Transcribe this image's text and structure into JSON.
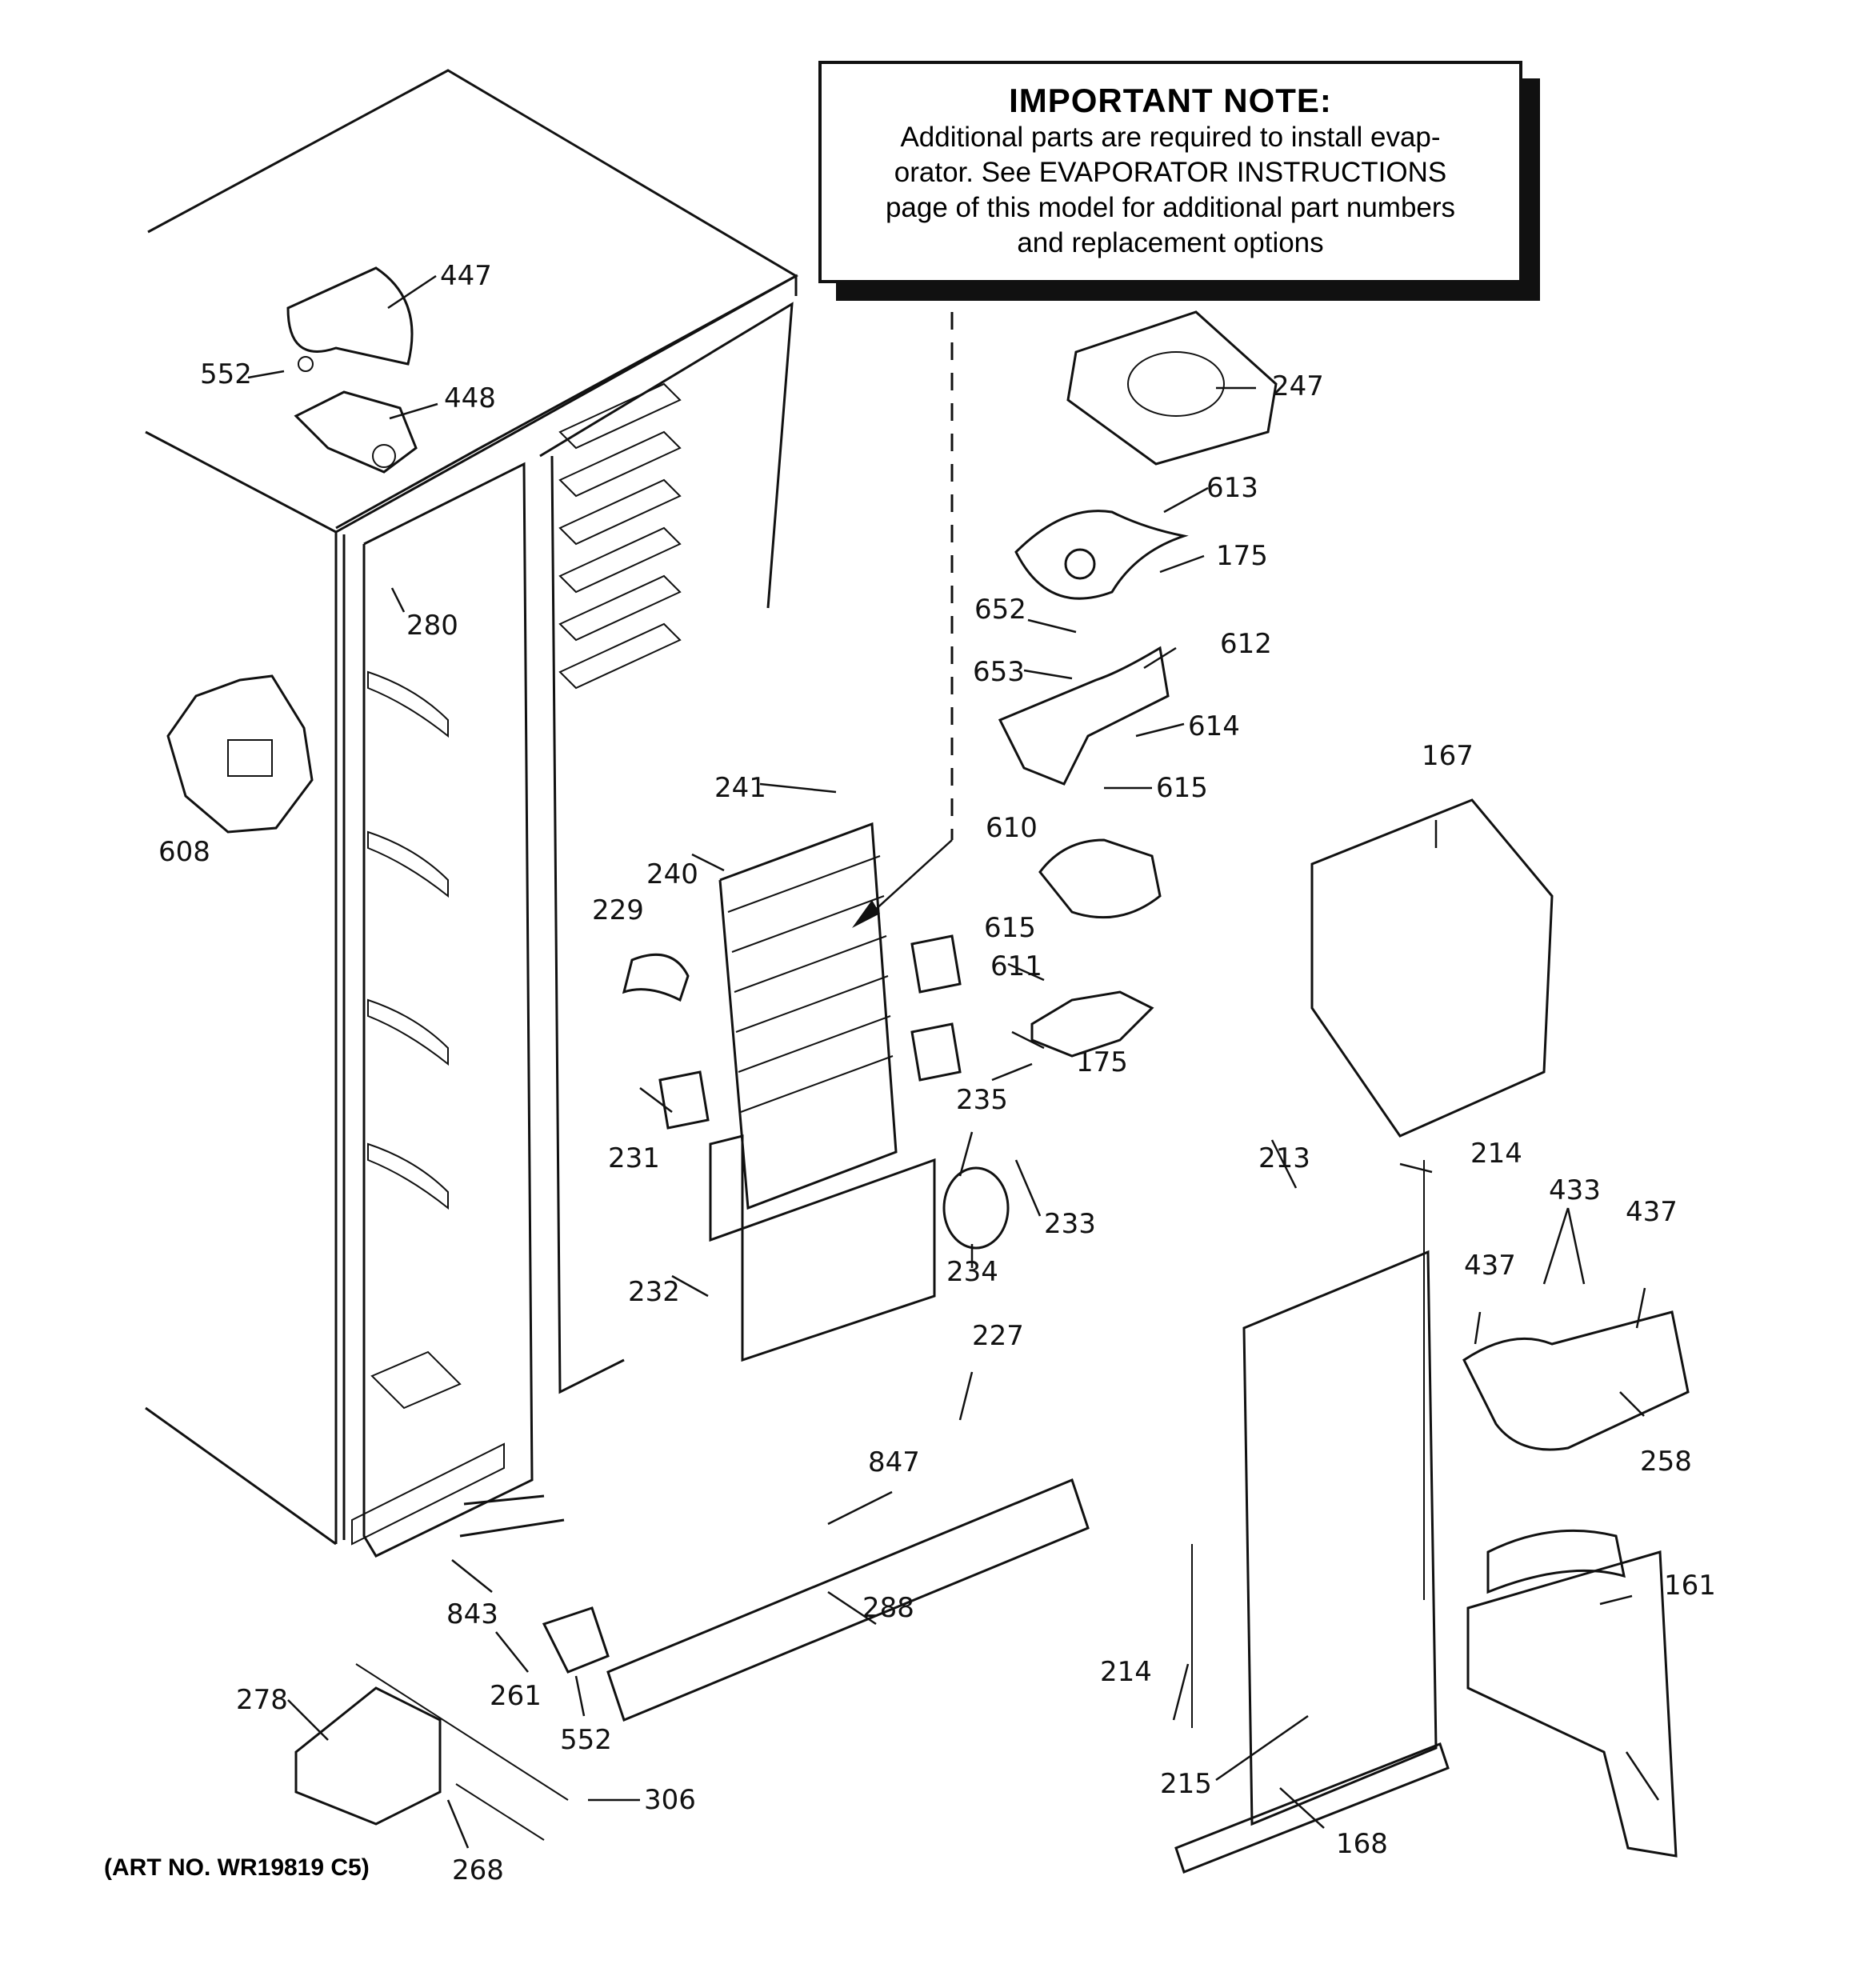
{
  "note": {
    "title": "IMPORTANT NOTE:",
    "lines": [
      "Additional parts are required to install evap-",
      "orator.  See EVAPORATOR INSTRUCTIONS",
      "page of this model for additional part numbers",
      "and replacement options"
    ]
  },
  "art_number": "(ART NO. WR19819 C5)",
  "callouts": {
    "p447": "447",
    "p552a": "552",
    "p448": "448",
    "p280": "280",
    "p608": "608",
    "p247": "247",
    "p613": "613",
    "p175a": "175",
    "p652": "652",
    "p612": "612",
    "p653": "653",
    "p614": "614",
    "p615a": "615",
    "p241": "241",
    "p240": "240",
    "p229": "229",
    "p610": "610",
    "p615b": "615",
    "p611": "611",
    "p175b": "175",
    "p231": "231",
    "p235": "235",
    "p233": "233",
    "p234": "234",
    "p232": "232",
    "p167": "167",
    "p213": "213",
    "p214a": "214",
    "p433": "433",
    "p437a": "437",
    "p437b": "437",
    "p258": "258",
    "p227": "227",
    "p847": "847",
    "p843": "843",
    "p288": "288",
    "p261": "261",
    "p552b": "552",
    "p161": "161",
    "p214b": "214",
    "p215": "215",
    "p168": "168",
    "p278": "278",
    "p306": "306",
    "p268": "268"
  }
}
